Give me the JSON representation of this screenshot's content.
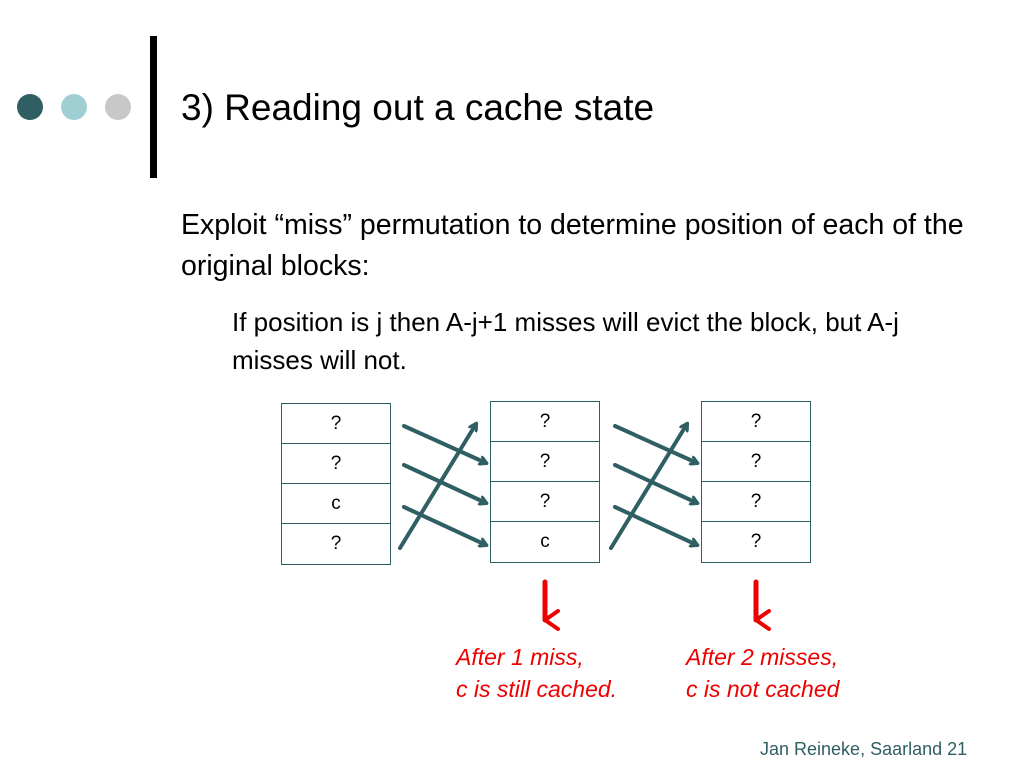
{
  "slide": {
    "title": "3) Reading out a cache state",
    "body_text": "Exploit “miss” permutation to determine position of each of the original blocks:",
    "sub_text": "If position is j then A-j+1 misses will evict the block, but A-j misses will not."
  },
  "caches": [
    {
      "cells": [
        "?",
        "?",
        "c",
        "?"
      ]
    },
    {
      "cells": [
        "?",
        "?",
        "?",
        "c"
      ]
    },
    {
      "cells": [
        "?",
        "?",
        "?",
        "?"
      ]
    }
  ],
  "notes": [
    {
      "line1": "After 1 miss,",
      "line2": "c is still cached."
    },
    {
      "line1": "After 2 misses,",
      "line2": "c is not cached"
    }
  ],
  "footer": "Jan Reineke, Saarland 21",
  "colors": {
    "accent": "#2f5f63",
    "dot_light": "#9fcfd3",
    "dot_gray": "#c8c8c8",
    "highlight": "#ee0000"
  }
}
